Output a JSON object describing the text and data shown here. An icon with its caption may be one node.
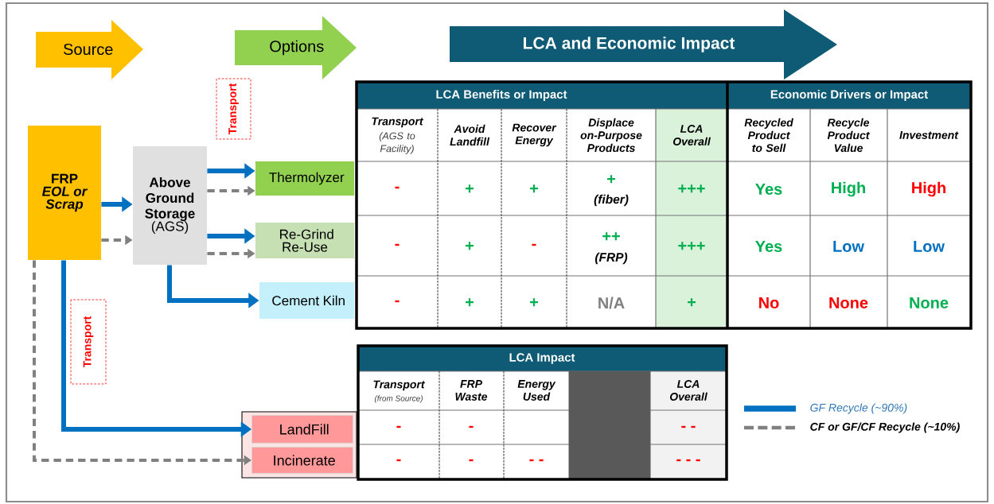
{
  "diagram": {
    "nodes": [
      {
        "text": [
          "Source"
        ]
      },
      {
        "text": [
          "Options"
        ]
      },
      {
        "text": [
          "LCA and Economic Impact"
        ]
      },
      {
        "text": [
          "FRP",
          "EOL or Scrap"
        ]
      },
      {
        "text": [
          "Above Ground Storage",
          "(AGS)"
        ]
      },
      {
        "text": [
          "Transport"
        ]
      },
      {
        "text": [
          "Thermolyzer"
        ]
      },
      {
        "text": [
          "Re-Grind Re-Use"
        ]
      },
      {
        "text": [
          "Cement Kiln"
        ]
      },
      {
        "text": [
          "Transport"
        ]
      },
      {
        "text": [],
        "shape": "box"
      },
      {
        "text": [
          "LandFill"
        ],
        "in": 10
      },
      {
        "text": [
          "Incinerate"
        ],
        "in": 10
      }
    ],
    "edges": [
      {
        "from": 3,
        "to": 4,
        "arrow": "to"
      },
      {
        "from": 3,
        "to": 4,
        "arrow": "to",
        "style": "dashed",
        "color": "#808080"
      },
      {
        "from": 4,
        "to": 6,
        "arrow": "to"
      },
      {
        "from": 4,
        "to": 6,
        "arrow": "to",
        "style": "dashed",
        "color": "#808080"
      },
      {
        "from": 4,
        "to": 7,
        "arrow": "to"
      },
      {
        "from": 4,
        "to": 7,
        "arrow": "to",
        "style": "dashed",
        "color": "#808080"
      },
      {
        "from": 4,
        "to": 8,
        "arrow": "to"
      },
      {
        "from": 3,
        "to": 11,
        "arrow": "to"
      },
      {
        "from": 3,
        "to": 12,
        "arrow": "to",
        "style": "dashed",
        "color": "#808080"
      }
    ],
    "labels": [
      "LCA Benefits or Impact",
      "Economic Drivers or Impact",
      "Transport",
      "(AGS to Facility)",
      "Avoid Landfill",
      "Recover Energy",
      "Displace on-Purpose Products",
      "LCA Overall",
      "Recycled Product to Sell",
      "Recycle Product Value",
      "Investment",
      "-",
      "+",
      "+",
      "+",
      "(fiber)",
      "+++",
      "Yes",
      "High",
      "High",
      "-",
      "+",
      "-",
      "++",
      "(FRP)",
      "+++",
      "Yes",
      "Low",
      "Low",
      "-",
      "+",
      "+",
      "N/A",
      "+",
      "No",
      "None",
      "None",
      "LCA Impact",
      "Transport",
      "(from Source)",
      "FRP Waste",
      "Energy Used",
      "LCA Overall",
      "-",
      "-",
      "- -",
      "-",
      "-",
      "- -",
      "- - -"
    ],
    "legend": [
      {
        "text": "GF Recycle (~90%)"
      },
      {
        "text": "CF or GF/CF Recycle (~10%)"
      }
    ]
  }
}
